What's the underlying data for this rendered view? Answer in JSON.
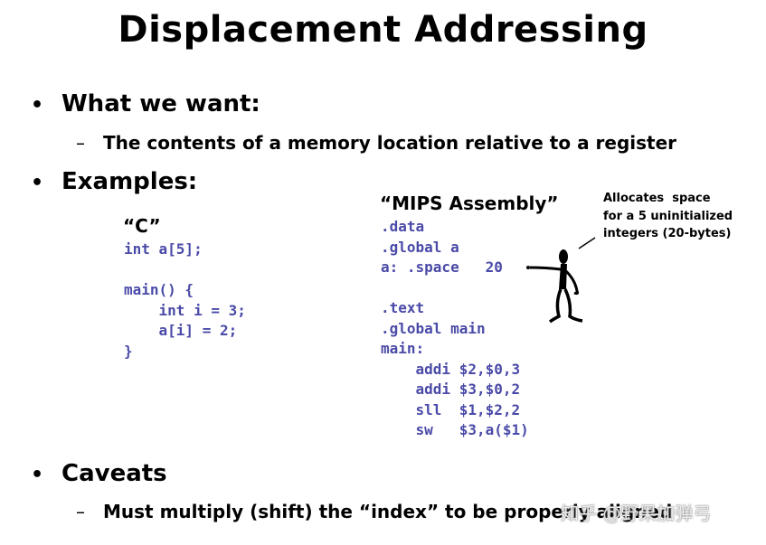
{
  "slide": {
    "title": "Displacement Addressing",
    "bullets": [
      {
        "text": "What we want:",
        "sub": "The contents of a memory location relative to a register"
      },
      {
        "text": "Examples:"
      },
      {
        "text": "Caveats",
        "sub": "Must multiply (shift) the “index” to be properly aligned"
      }
    ],
    "bullet_glyph": "•",
    "dash_glyph": "–"
  },
  "c_code": {
    "title": "“C”",
    "lines": [
      "int a[5];",
      "",
      "main() {",
      "    int i = 3;",
      "    a[i] = 2;",
      "}"
    ]
  },
  "mips_code": {
    "title": "“MIPS Assembly”",
    "lines": [
      ".data",
      ".global a",
      "a: .space   20",
      "",
      ".text",
      ".global main",
      "main:",
      "    addi $2,$0,3",
      "    addi $3,$0,2",
      "    sll  $1,$2,2",
      "    sw   $3,a($1)"
    ]
  },
  "annotation": {
    "lines": [
      "Allocates  space",
      "for a 5 uninitialized",
      "integers (20-bytes)"
    ]
  },
  "watermark": "知乎 @野果加弹弓",
  "colors": {
    "code": "#4a4aa8",
    "text": "#000000"
  }
}
